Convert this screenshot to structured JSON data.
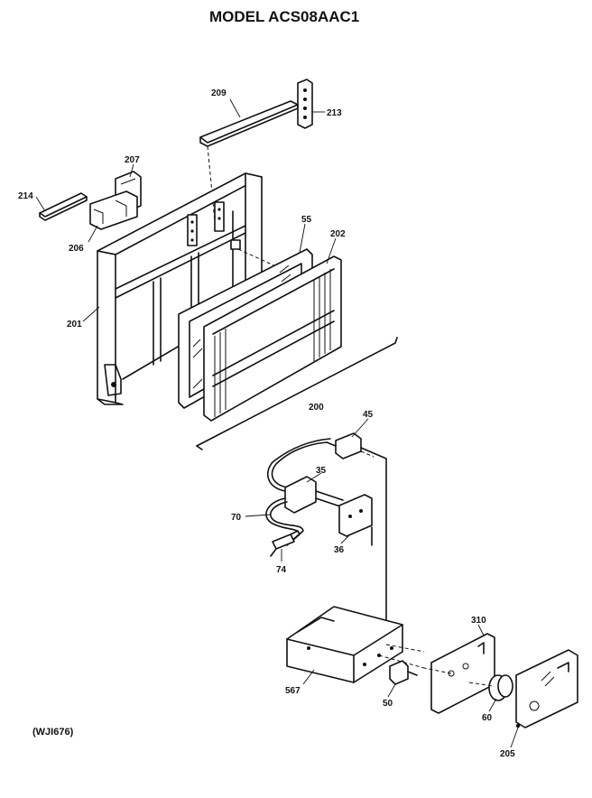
{
  "title": "MODEL ACS08AAC1",
  "catalog_code": "(WJI676)",
  "parts": {
    "p209": "209",
    "p213": "213",
    "p207": "207",
    "p214": "214",
    "p206": "206",
    "p55": "55",
    "p202": "202",
    "p201": "201",
    "p200": "200",
    "p45": "45",
    "p35": "35",
    "p70": "70",
    "p36": "36",
    "p74": "74",
    "p310": "310",
    "p567": "567",
    "p50": "50",
    "p60": "60",
    "p205": "205"
  }
}
